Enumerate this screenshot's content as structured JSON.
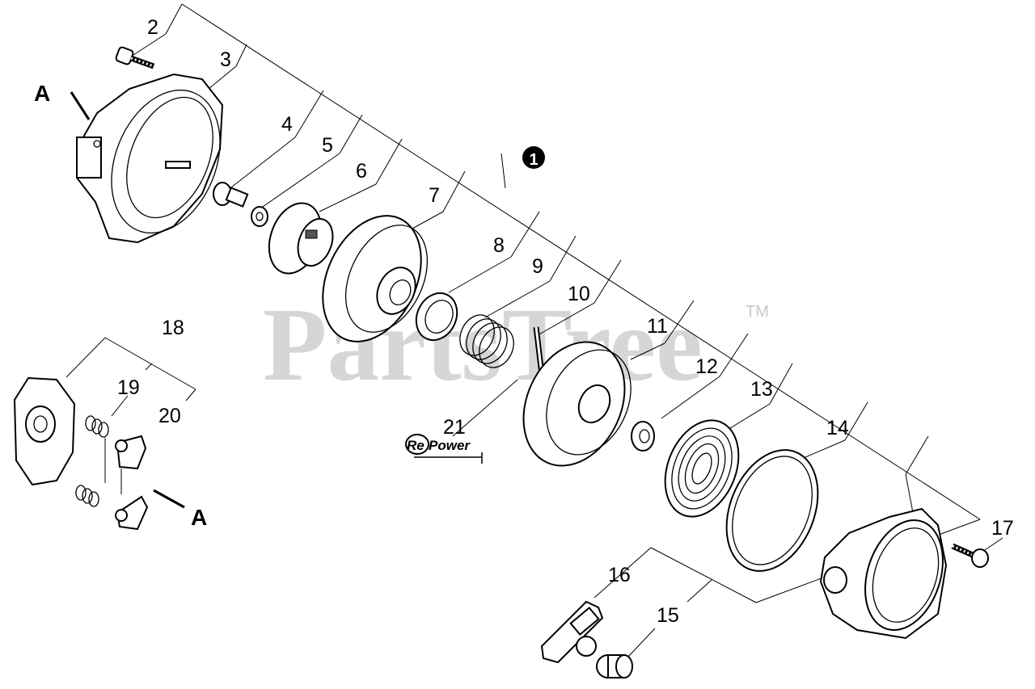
{
  "watermark": {
    "text": "PartsTree",
    "trademark": "TM"
  },
  "callouts": {
    "assembly": "1",
    "n2": "2",
    "n3": "3",
    "n4": "4",
    "n5": "5",
    "n6": "6",
    "n7": "7",
    "n8": "8",
    "n9": "9",
    "n10": "10",
    "n11": "11",
    "n12": "12",
    "n13": "13",
    "n14": "14",
    "n15": "15",
    "n16": "16",
    "n17": "17",
    "n18": "18",
    "n19": "19",
    "n20": "20",
    "n21": "21",
    "ref_a_top": "A",
    "ref_a_bottom": "A"
  },
  "logo": {
    "prefix": "Re",
    "suffix": "Power"
  },
  "icons": [
    "exploded-parts-diagram"
  ]
}
